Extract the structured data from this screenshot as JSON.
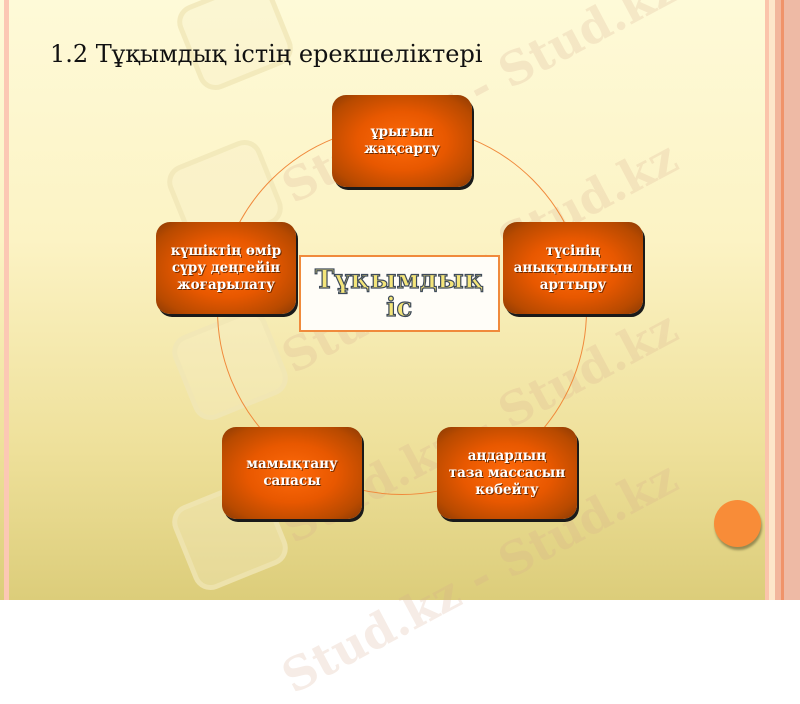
{
  "slide": {
    "title": "1.2 Тұқымдық істің ерекшеліктері",
    "watermark": "Stud.kz - Stud.kz",
    "center": {
      "line1": "Тұқымдық",
      "line2": "іс"
    },
    "nodes": [
      {
        "id": "top",
        "lines": [
          "ұрығын",
          "жақсарту"
        ]
      },
      {
        "id": "right",
        "lines": [
          "түсінің",
          "анықтылығын",
          "арттыру"
        ]
      },
      {
        "id": "bottom-right",
        "lines": [
          "аңдардың",
          "таза массасын",
          "көбейту"
        ]
      },
      {
        "id": "bottom-left",
        "lines": [
          "мамықтану",
          "сапасы"
        ]
      },
      {
        "id": "left",
        "lines": [
          "күшіктің өмір",
          "сүру деңгейін",
          "жоғарылату"
        ]
      }
    ],
    "colors": {
      "node_fill": "#e85800",
      "ring": "#f08a3c",
      "center_border": "#f08a3c",
      "center_text": "#f4e57a",
      "nav_button": "#f88c38"
    }
  }
}
